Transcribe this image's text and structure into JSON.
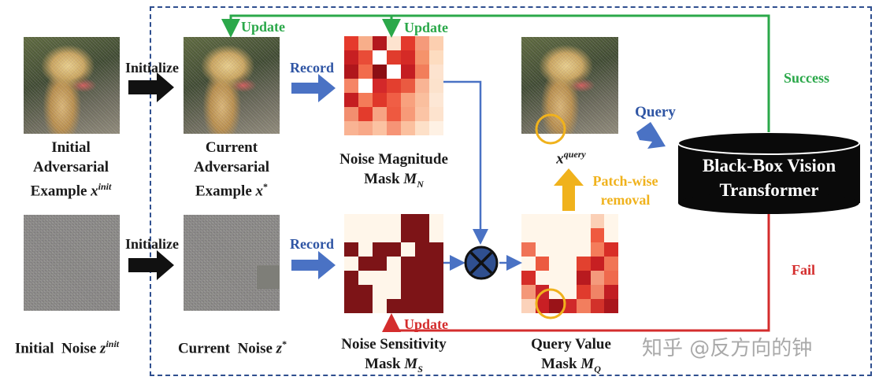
{
  "labels": {
    "initialize_top": "Initialize",
    "initialize_bottom": "Initialize",
    "record_top": "Record",
    "record_bottom": "Record",
    "update_left": "Update",
    "update_mid": "Update",
    "update_bottom": "Update",
    "success": "Success",
    "fail": "Fail",
    "query": "Query",
    "patch_removal_line1": "Patch-wise",
    "patch_removal_line2": "removal",
    "vit_line1": "Black-Box Vision",
    "vit_line2": "Transformer",
    "x_query_base": "x",
    "x_query_sup": "query",
    "watermark": "知乎 @反方向的钟"
  },
  "captions": {
    "initial_adv_line1": "Initial",
    "initial_adv_line2": "Adversarial",
    "initial_adv_line3_text": "Example ",
    "initial_adv_var": "x",
    "initial_adv_sup": "init",
    "current_adv_line1": "Current",
    "current_adv_line2": "Adversarial",
    "current_adv_line3_text": "Example ",
    "current_adv_var": "x",
    "current_adv_sup": "*",
    "noise_mag_line1": "Noise Magnitude",
    "noise_mag_line2_text": "Mask ",
    "noise_mag_var": "M",
    "noise_mag_sub": "N",
    "initial_noise_text": "Initial  Noise ",
    "initial_noise_var": "z",
    "initial_noise_sup": "init",
    "current_noise_text": "Current  Noise ",
    "current_noise_var": "z",
    "current_noise_sup": "*",
    "noise_sens_line1": "Noise Sensitivity",
    "noise_sens_line2_text": "Mask ",
    "noise_sens_var": "M",
    "noise_sens_sub": "S",
    "query_val_line1": "Query Value",
    "query_val_line2_text": "Mask ",
    "query_val_var": "M",
    "query_val_sub": "Q"
  },
  "colors": {
    "blue_arrow": "#4a72c4",
    "green_line": "#2ba84a",
    "red_line": "#d42d2d",
    "gold": "#f0b21c",
    "dashed_border": "#2f4f8f",
    "dark_red": "#7d1417",
    "cream": "#fff6ea"
  },
  "grids": {
    "magnitude": [
      [
        "#e53a2c",
        "#f7ae8a",
        "#b3181e",
        "#fde3cf",
        "#e33a2c",
        "#f59a7a",
        "#fccfb0"
      ],
      [
        "#c71f22",
        "#e94c37",
        "#ffffff",
        "#e03c2d",
        "#d52a26",
        "#f5936b",
        "#fddcc0"
      ],
      [
        "#b0161c",
        "#f26b4c",
        "#8c0f14",
        "#ffffff",
        "#c41d21",
        "#f27e5b",
        "#fde3cf"
      ],
      [
        "#f58566",
        "#ffffff",
        "#d3282a",
        "#e33f2f",
        "#ea5a41",
        "#f9b494",
        "#fce2cc"
      ],
      [
        "#c41d21",
        "#f47b59",
        "#df372a",
        "#f05e45",
        "#f8a17e",
        "#fabf9e",
        "#fde7d5"
      ],
      [
        "#f28e6f",
        "#e33b2c",
        "#f7a383",
        "#ee5940",
        "#f79a78",
        "#fbc4a5",
        "#fde3ce"
      ],
      [
        "#f9b393",
        "#f8a888",
        "#fbc2a2",
        "#f69476",
        "#fbc09f",
        "#fde0c8",
        "#fef1e4"
      ]
    ],
    "sensitivity": [
      [
        0,
        0,
        0,
        0,
        1,
        1,
        0
      ],
      [
        0,
        0,
        0,
        0,
        1,
        1,
        0
      ],
      [
        1,
        0,
        1,
        1,
        0,
        1,
        1
      ],
      [
        0,
        1,
        1,
        0,
        1,
        1,
        1
      ],
      [
        1,
        0,
        0,
        0,
        1,
        1,
        1
      ],
      [
        1,
        1,
        0,
        0,
        1,
        1,
        1
      ],
      [
        1,
        1,
        0,
        1,
        1,
        1,
        1
      ]
    ],
    "query": [
      [
        "#fff6ea",
        "#fff6ea",
        "#fff6ea",
        "#fff6ea",
        "#fff6ea",
        "#fbd0b6",
        "#fff6ea"
      ],
      [
        "#fff6ea",
        "#fff6ea",
        "#fff6ea",
        "#fff6ea",
        "#fff6ea",
        "#ef5a3f",
        "#fff6ea"
      ],
      [
        "#f07357",
        "#fff6ea",
        "#fff6ea",
        "#fff6ea",
        "#fff6ea",
        "#f47c5b",
        "#d82e27"
      ],
      [
        "#fff6ea",
        "#ec5a40",
        "#fff6ea",
        "#fff6ea",
        "#e2412f",
        "#c71f22",
        "#f17555"
      ],
      [
        "#d52d27",
        "#fff6ea",
        "#fff6ea",
        "#fff6ea",
        "#b81a1f",
        "#f49a7c",
        "#ef6a4d"
      ],
      [
        "#f49778",
        "#c9242a",
        "#fff6ea",
        "#fff6ea",
        "#e03b2d",
        "#f08466",
        "#c21e23"
      ],
      [
        "#fbd2ba",
        "#c91f24",
        "#9a1318",
        "#d0292a",
        "#f27e5e",
        "#d2312a",
        "#aa161c"
      ]
    ]
  }
}
